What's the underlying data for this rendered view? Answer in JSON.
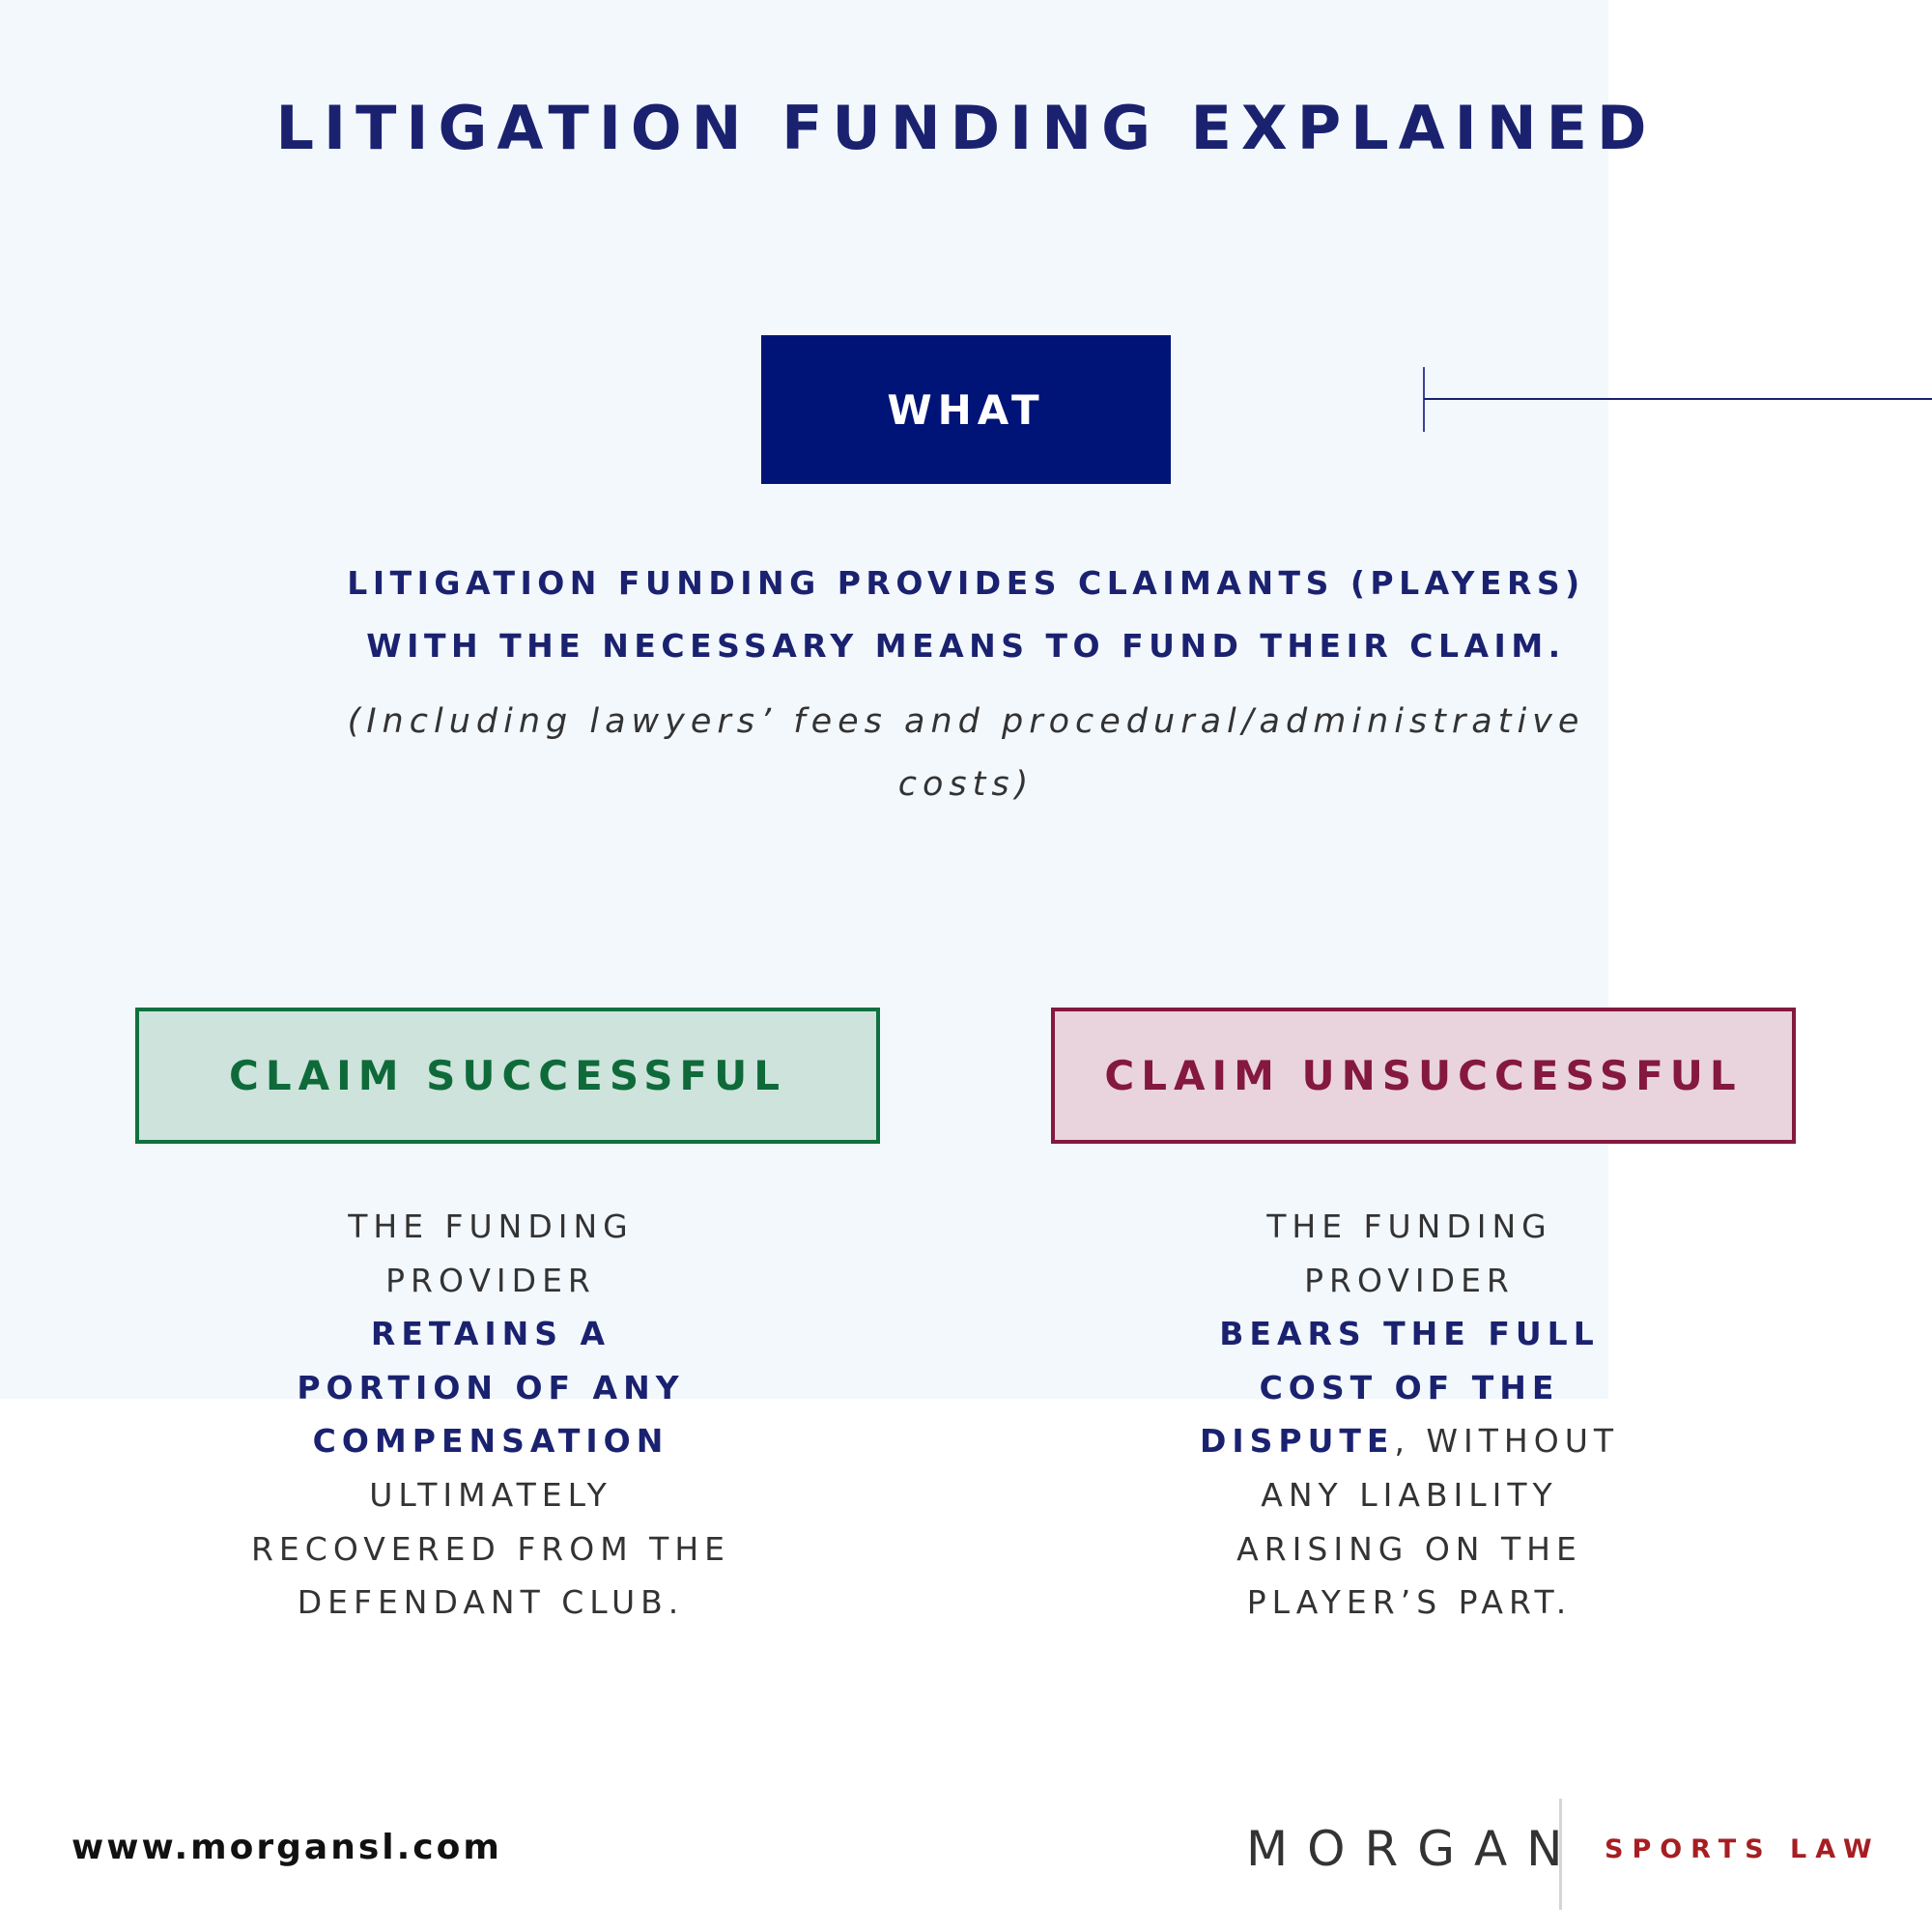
{
  "title": "LITIGATION FUNDING EXPLAINED",
  "what_label": "WHAT",
  "description": {
    "line1": "LITIGATION FUNDING PROVIDES CLAIMANTS (PLAYERS)",
    "line2": "WITH THE NECESSARY MEANS TO FUND THEIR CLAIM.",
    "note1": "(Including lawyers’ fees and procedural/administrative",
    "note2": "costs)"
  },
  "success": {
    "label": "CLAIM SUCCESSFUL",
    "l1": "THE FUNDING",
    "l2": "PROVIDER",
    "l3": "RETAINS A",
    "l4": "PORTION OF ANY",
    "l5": "COMPENSATION",
    "l6": "ULTIMATELY",
    "l7": "RECOVERED FROM THE",
    "l8": "DEFENDANT CLUB."
  },
  "failure": {
    "label": "CLAIM UNSUCCESSFUL",
    "l1": "THE FUNDING",
    "l2": "PROVIDER",
    "l3": "BEARS THE FULL",
    "l4": "COST OF THE",
    "l5a": "DISPUTE",
    "l5b": ", WITHOUT",
    "l6": "ANY LIABILITY",
    "l7": "ARISING ON THE",
    "l8": "PLAYER’S PART."
  },
  "footer": {
    "url": "www.morgansl.com",
    "logo_main": "MORGAN",
    "logo_sub": "SPORTS LAW"
  },
  "colors": {
    "navy": "#001478",
    "green": "#117040",
    "maroon": "#83193f",
    "logo_red": "#a61e22"
  }
}
